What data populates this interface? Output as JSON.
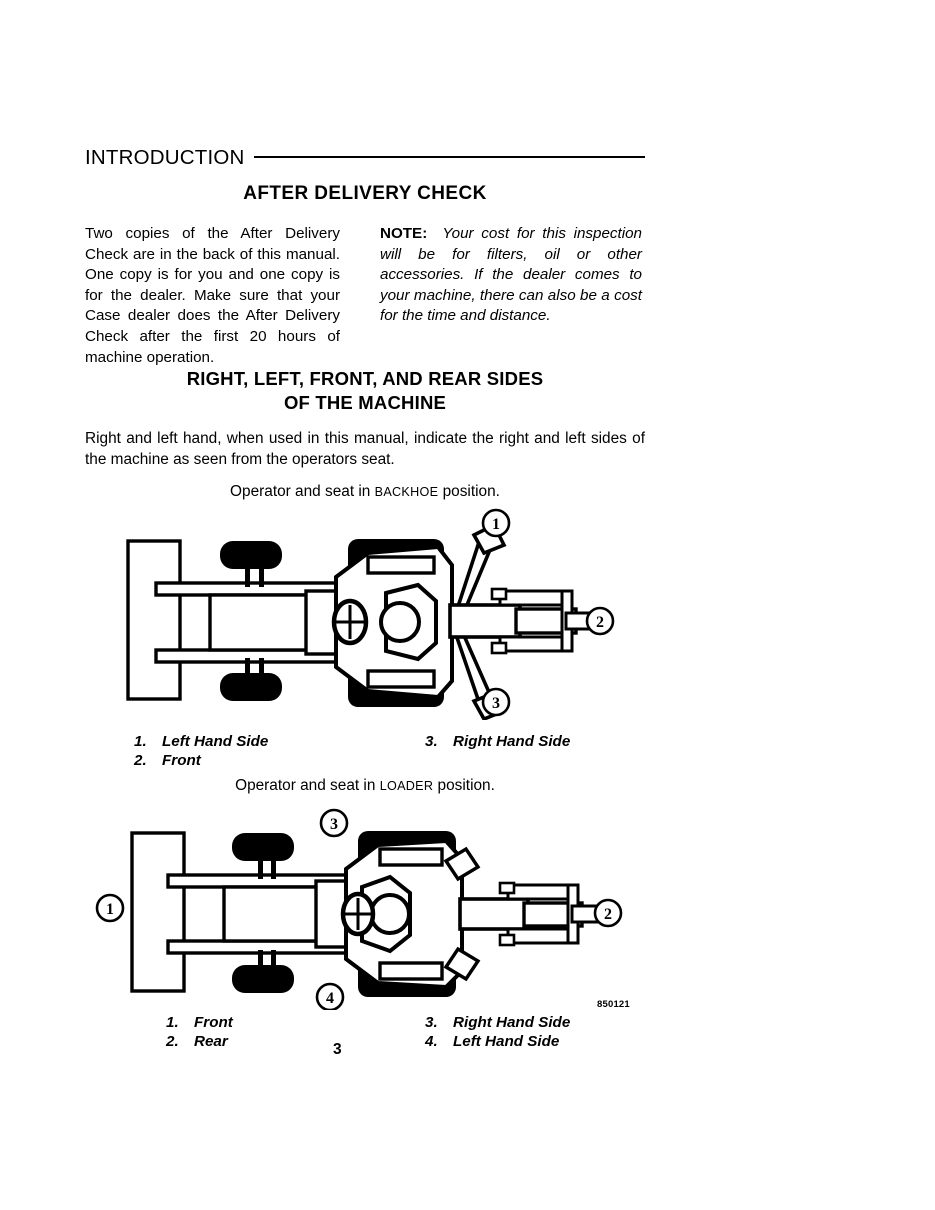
{
  "page": {
    "running_head": "INTRODUCTION",
    "page_number": "3",
    "art_code": "850121"
  },
  "section": {
    "title": "AFTER DELIVERY CHECK"
  },
  "body": {
    "left_column": "Two copies of the After Delivery Check are in the back of this manual. One copy is for you and one copy is for the dealer. Make sure that your Case dealer does the After Delivery Check after the first 20 hours of machine operation.",
    "note_label": "NOTE:",
    "note_text": "Your cost for this inspection will be for filters, oil or other accessories. If the dealer comes to your machine, there can also be a cost for the time and distance."
  },
  "sides_section": {
    "title_line1": "RIGHT, LEFT, FRONT, AND REAR SIDES",
    "title_line2": "OF THE MACHINE",
    "paragraph": "Right and left hand, when used in this manual, indicate the right and left sides of the machine as seen from the operators seat."
  },
  "figure_backhoe": {
    "caption_prefix": "Operator and seat in ",
    "caption_emphasis": "BACKHOE",
    "caption_suffix": " position.",
    "callouts": [
      {
        "number": "1",
        "position": "upper-right"
      },
      {
        "number": "2",
        "position": "right"
      },
      {
        "number": "3",
        "position": "lower-right"
      }
    ],
    "legend_left": [
      {
        "num": "1.",
        "label": "Left Hand Side"
      },
      {
        "num": "2.",
        "label": "Front"
      }
    ],
    "legend_right": [
      {
        "num": "3.",
        "label": "Right Hand Side"
      }
    ]
  },
  "figure_loader": {
    "caption_prefix": "Operator and seat in ",
    "caption_emphasis": "LOADER",
    "caption_suffix": " position.",
    "callouts": [
      {
        "number": "1",
        "position": "left"
      },
      {
        "number": "2",
        "position": "right"
      },
      {
        "number": "3",
        "position": "top"
      },
      {
        "number": "4",
        "position": "bottom"
      }
    ],
    "legend_left": [
      {
        "num": "1.",
        "label": "Front"
      },
      {
        "num": "2.",
        "label": "Rear"
      }
    ],
    "legend_right": [
      {
        "num": "3.",
        "label": "Right Hand Side"
      },
      {
        "num": "4.",
        "label": "Left Hand Side"
      }
    ]
  },
  "colors": {
    "ink": "#000000",
    "paper": "#ffffff"
  }
}
